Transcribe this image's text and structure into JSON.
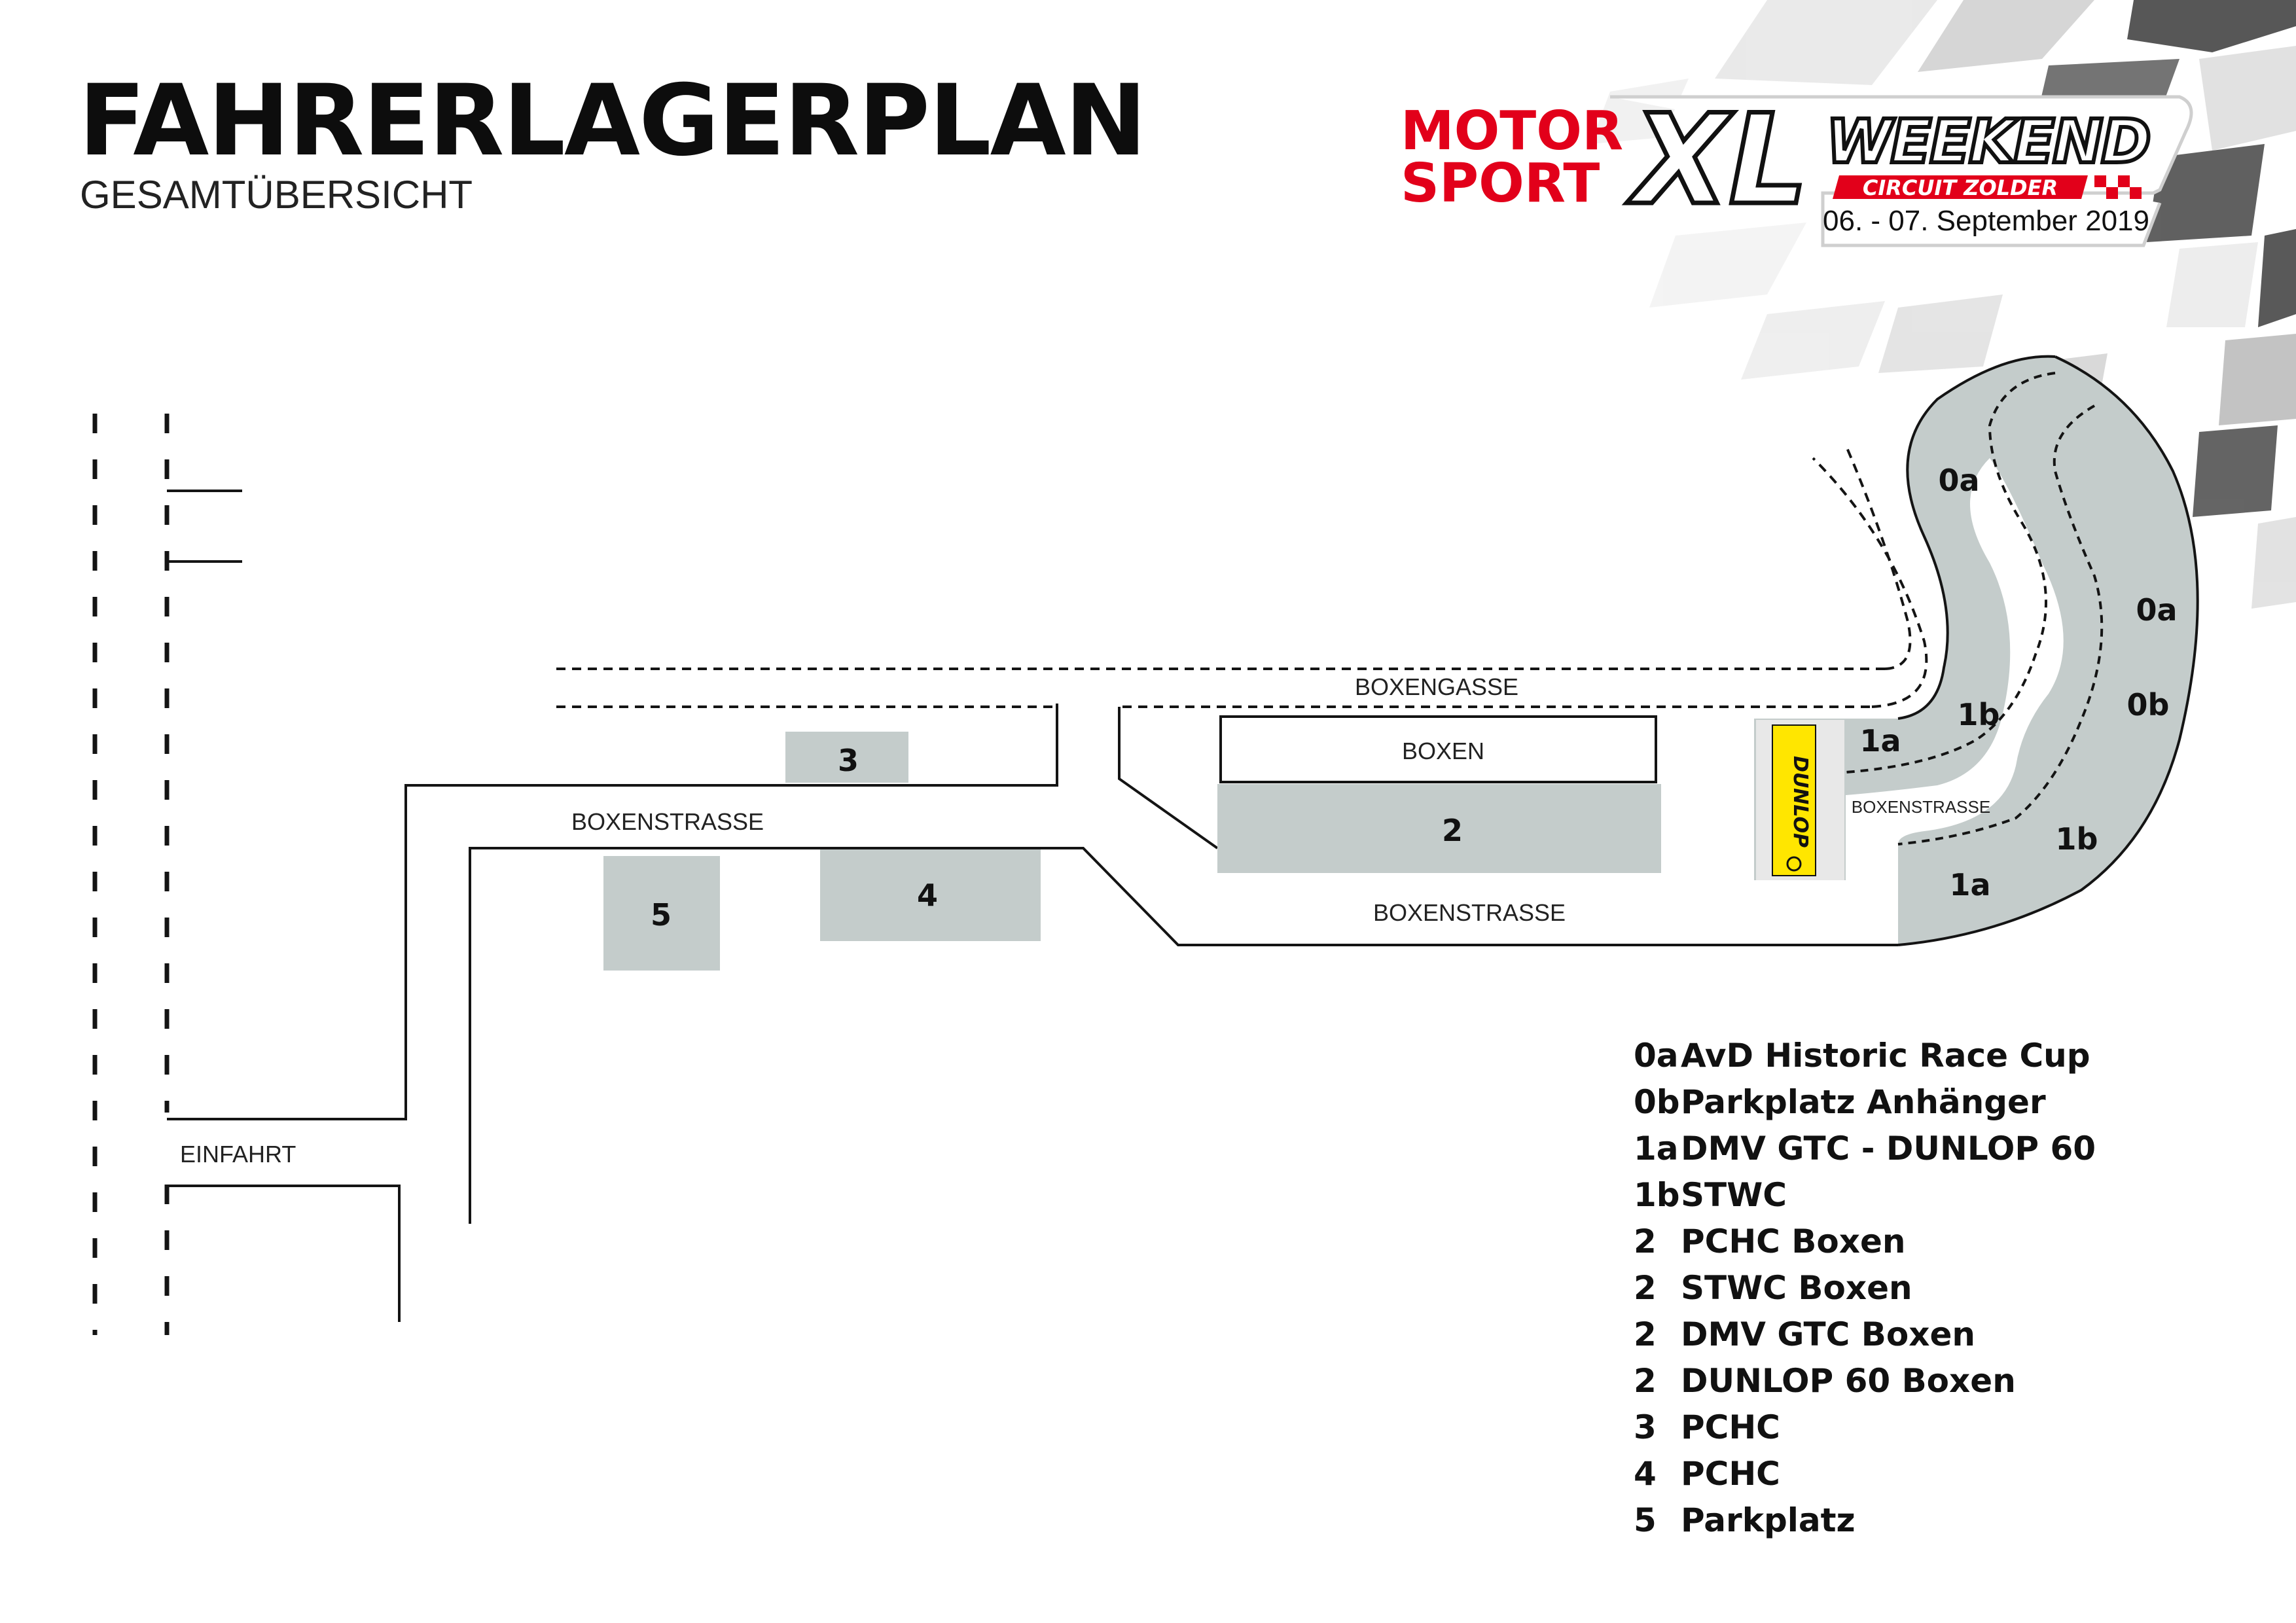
{
  "header": {
    "title": "FAHRERLAGERPLAN",
    "subtitle": "GESAMTÜBERSICHT"
  },
  "logo": {
    "motor": "MOTOR",
    "sport": "SPORT",
    "xl": "XL",
    "weekend": "WEEKEND",
    "circuit": "CIRCUIT ZOLDER",
    "date": "06. - 07. September 2019"
  },
  "map": {
    "labels": {
      "boxengasse": "BOXENGASSE",
      "boxen": "BOXEN",
      "boxenstrasse_left": "BOXENSTRASSE",
      "boxenstrasse_bottom": "BOXENSTRASSE",
      "boxenstrasse_right": "BOXENSTRASSE",
      "einfahrt": "EINFAHRT",
      "dunlop": "DUNLOP"
    },
    "zones": {
      "z0a_top": "0a",
      "z0a_right": "0a",
      "z0b": "0b",
      "z1b_top": "1b",
      "z1b_bottom": "1b",
      "z1a_top": "1a",
      "z1a_bottom": "1a",
      "z2": "2",
      "z3": "3",
      "z4": "4",
      "z5": "5"
    }
  },
  "legend": [
    {
      "code": "0a",
      "label": "AvD Historic Race Cup"
    },
    {
      "code": "0b",
      "label": "Parkplatz Anhänger"
    },
    {
      "code": "1a",
      "label": "DMV GTC - DUNLOP 60"
    },
    {
      "code": "1b",
      "label": "STWC"
    },
    {
      "code": "2",
      "label": "PCHC Boxen"
    },
    {
      "code": "2",
      "label": "STWC Boxen"
    },
    {
      "code": "2",
      "label": "DMV GTC Boxen"
    },
    {
      "code": "2",
      "label": "DUNLOP 60 Boxen"
    },
    {
      "code": "3",
      "label": "PCHC"
    },
    {
      "code": "4",
      "label": "PCHC"
    },
    {
      "code": "5",
      "label": "Parkplatz"
    }
  ],
  "colors": {
    "zone_fill": "#c4cccb",
    "line": "#141414",
    "logo_red": "#e2001a",
    "dunlop_yellow": "#ffe600"
  }
}
